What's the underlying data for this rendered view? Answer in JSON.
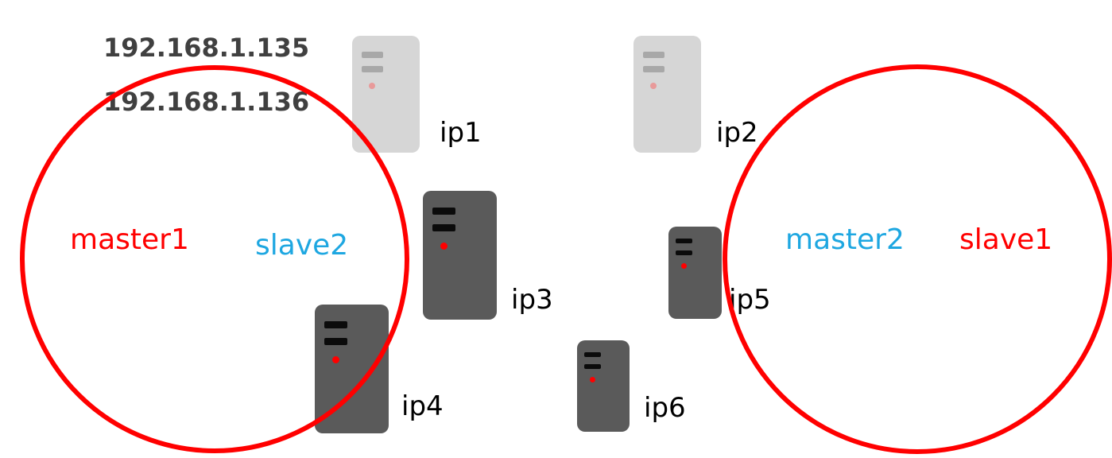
{
  "ip_addresses": [
    "192.168.1.135",
    "192.168.1.136"
  ],
  "servers": [
    {
      "label": "ip1",
      "state": "inactive"
    },
    {
      "label": "ip2",
      "state": "inactive"
    },
    {
      "label": "ip3",
      "state": "active"
    },
    {
      "label": "ip4",
      "state": "active"
    },
    {
      "label": "ip5",
      "state": "active"
    },
    {
      "label": "ip6",
      "state": "active"
    }
  ],
  "groups": [
    {
      "master": "master1",
      "slave": "slave2"
    },
    {
      "master": "master2",
      "slave": "slave1"
    }
  ],
  "colors": {
    "ring": "#ff0000",
    "master1": "#ff0000",
    "slave1": "#ff0000",
    "master2": "#1ea7e1",
    "slave2": "#1ea7e1",
    "server_active": "#5a5a5a",
    "server_inactive": "#d6d6d6"
  }
}
